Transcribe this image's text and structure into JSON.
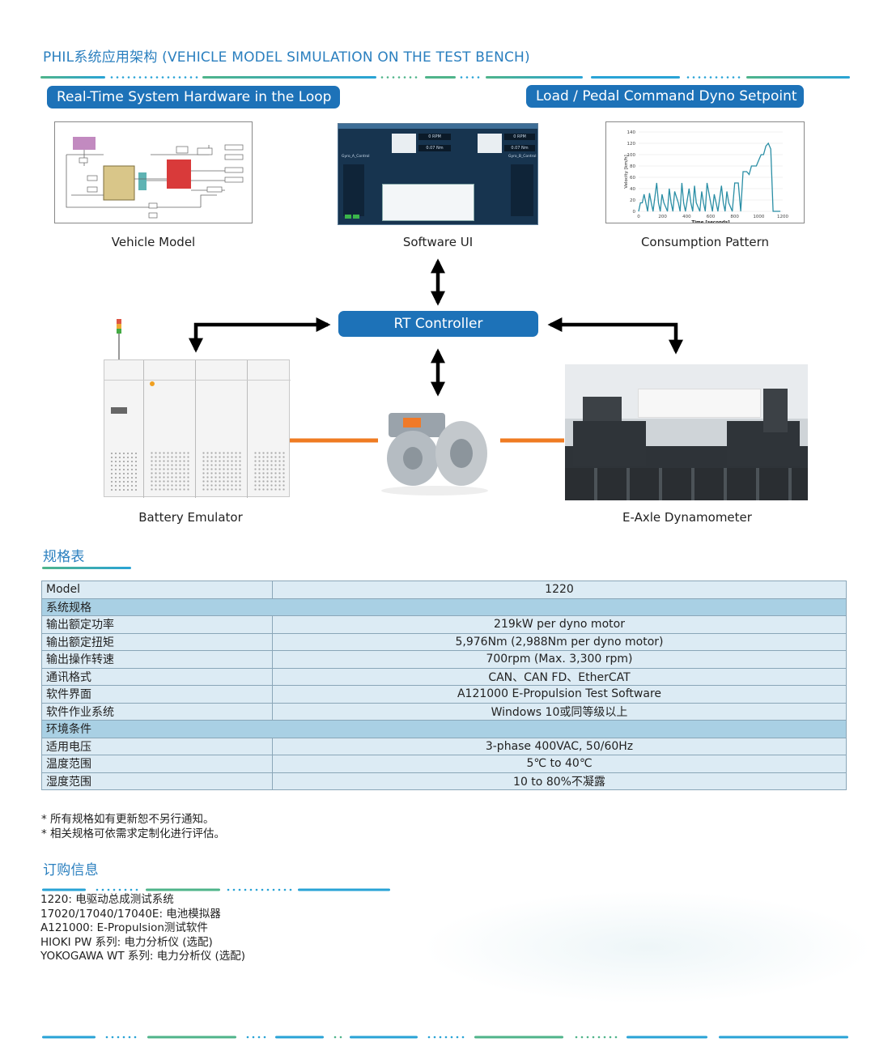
{
  "header": {
    "title": "PHIL系统应用架构 (VEHICLE MODEL SIMULATION ON THE TEST BENCH)"
  },
  "diagram": {
    "left_pill": "Real-Time System Hardware in the Loop",
    "right_pill": "Load / Pedal Command Dyno Setpoint",
    "captions": {
      "vehicle_model": "Vehicle Model",
      "software_ui": "Software UI",
      "consumption_pattern": "Consumption Pattern",
      "battery_emulator": "Battery Emulator",
      "eaxle_dyno": "E-Axle Dynamometer"
    },
    "controller_label": "RT Controller",
    "software_ui_readouts": [
      "0 RPM",
      "0 RPM",
      "0.07 Nm",
      "0.07 Nm",
      "Gyro_A_Control",
      "Gyro_B_Control"
    ]
  },
  "consumption_chart": {
    "type": "line",
    "ylabel": "Velocity [km/h]",
    "xlabel": "Time [seconds]",
    "yticks": [
      "140",
      "120",
      "100",
      "80",
      "60",
      "40",
      "20",
      "0"
    ],
    "xticks": [
      "0",
      "200",
      "400",
      "600",
      "800",
      "1000",
      "1200"
    ],
    "color": "#2a8ea5"
  },
  "chart_data": {
    "type": "line",
    "xlabel": "Time [seconds]",
    "ylabel": "Velocity [km/h]",
    "xlim": [
      0,
      1200
    ],
    "ylim": [
      0,
      140
    ],
    "x": [
      0,
      15,
      30,
      45,
      60,
      75,
      90,
      105,
      120,
      150,
      165,
      180,
      195,
      210,
      240,
      255,
      270,
      285,
      300,
      330,
      345,
      360,
      375,
      390,
      420,
      435,
      450,
      465,
      480,
      510,
      525,
      540,
      555,
      570,
      600,
      615,
      630,
      645,
      660,
      690,
      705,
      720,
      735,
      750,
      780,
      800,
      810,
      830,
      850,
      870,
      880,
      900,
      920,
      940,
      960,
      980,
      1000,
      1020,
      1040,
      1060,
      1080,
      1100,
      1120,
      1140,
      1160,
      1180
    ],
    "y": [
      0,
      15,
      15,
      30,
      15,
      0,
      32,
      15,
      0,
      50,
      15,
      0,
      30,
      15,
      0,
      40,
      15,
      0,
      35,
      15,
      0,
      50,
      15,
      0,
      40,
      15,
      0,
      45,
      15,
      0,
      35,
      15,
      0,
      50,
      15,
      0,
      30,
      15,
      0,
      45,
      15,
      0,
      35,
      15,
      0,
      50,
      50,
      50,
      0,
      70,
      70,
      70,
      65,
      80,
      80,
      80,
      90,
      100,
      100,
      115,
      120,
      110,
      0,
      0,
      0,
      0
    ]
  },
  "spec_section": {
    "title": "规格表",
    "rows": [
      {
        "kind": "r",
        "label": "Model",
        "value": "1220"
      },
      {
        "kind": "hd",
        "label": "系统规格",
        "value": ""
      },
      {
        "kind": "r",
        "label": "输出额定功率",
        "value": "219kW per dyno motor"
      },
      {
        "kind": "r",
        "label": "输出额定扭矩",
        "value": "5,976Nm (2,988Nm per dyno motor)"
      },
      {
        "kind": "r",
        "label": "输出操作转速",
        "value": "700rpm (Max. 3,300 rpm)"
      },
      {
        "kind": "r",
        "label": "通讯格式",
        "value": "CAN、CAN FD、EtherCAT"
      },
      {
        "kind": "r",
        "label": "软件界面",
        "value": "A121000 E-Propulsion Test Software"
      },
      {
        "kind": "r",
        "label": "软件作业系统",
        "value": "Windows 10或同等级以上"
      },
      {
        "kind": "hd",
        "label": "环境条件",
        "value": ""
      },
      {
        "kind": "r",
        "label": "适用电压",
        "value": "3-phase 400VAC, 50/60Hz"
      },
      {
        "kind": "r",
        "label": "温度范围",
        "value": "5℃ to 40℃"
      },
      {
        "kind": "r",
        "label": "湿度范围",
        "value": "10 to 80%不凝露"
      }
    ],
    "notes": [
      "* 所有规格如有更新恕不另行通知。",
      "* 相关规格可依需求定制化进行评估。"
    ]
  },
  "order_section": {
    "title": "订购信息",
    "items": [
      "1220: 电驱动总成测试系统",
      "17020/17040/17040E: 电池模拟器",
      "A121000: E-Propulsion测试软件",
      "HIOKI PW 系列: 电力分析仪 (选配)",
      "YOKOGAWA WT 系列: 电力分析仪 (选配)"
    ]
  },
  "colors": {
    "accent_blue": "#1d72b8",
    "title_blue": "#2a7fbf",
    "deco_green": "#4fb48a",
    "deco_cyan": "#29a3d6",
    "table_header": "#a9d0e4",
    "table_row": "#dcebf4",
    "link_orange": "#ef7b22"
  }
}
